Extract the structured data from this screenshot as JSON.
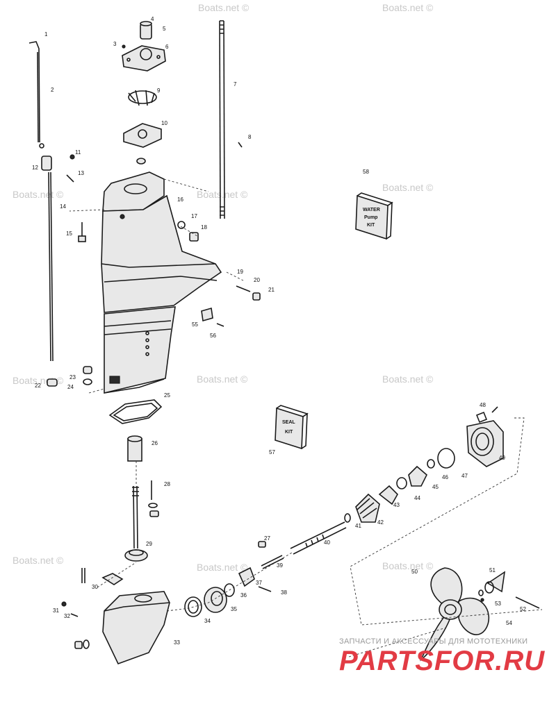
{
  "watermark": "Boats.net ©",
  "callouts": [
    "1",
    "2",
    "3",
    "4",
    "5",
    "6",
    "7",
    "8",
    "9",
    "10",
    "11",
    "12",
    "13",
    "14",
    "15",
    "16",
    "17",
    "18",
    "19",
    "20",
    "21",
    "22",
    "23",
    "24",
    "25",
    "26",
    "27",
    "28",
    "29",
    "30",
    "31",
    "32",
    "33",
    "34",
    "35",
    "36",
    "37",
    "38",
    "39",
    "40",
    "41",
    "42",
    "43",
    "44",
    "45",
    "46",
    "47",
    "48",
    "49",
    "50",
    "51",
    "52",
    "53",
    "54",
    "55",
    "56",
    "57",
    "58"
  ],
  "kits": {
    "water_pump": {
      "callout": "58",
      "lines": [
        "WATER",
        "Pump",
        "KIT"
      ]
    },
    "seal": {
      "callout": "57",
      "lines": [
        "SEAL",
        "KIT"
      ]
    }
  },
  "brand": {
    "tagline": "ЗАПЧАСТИ И АКСЕССУАРЫ ДЛЯ МОТОТЕХНИКИ",
    "name": "PARTSFOR.RU"
  }
}
